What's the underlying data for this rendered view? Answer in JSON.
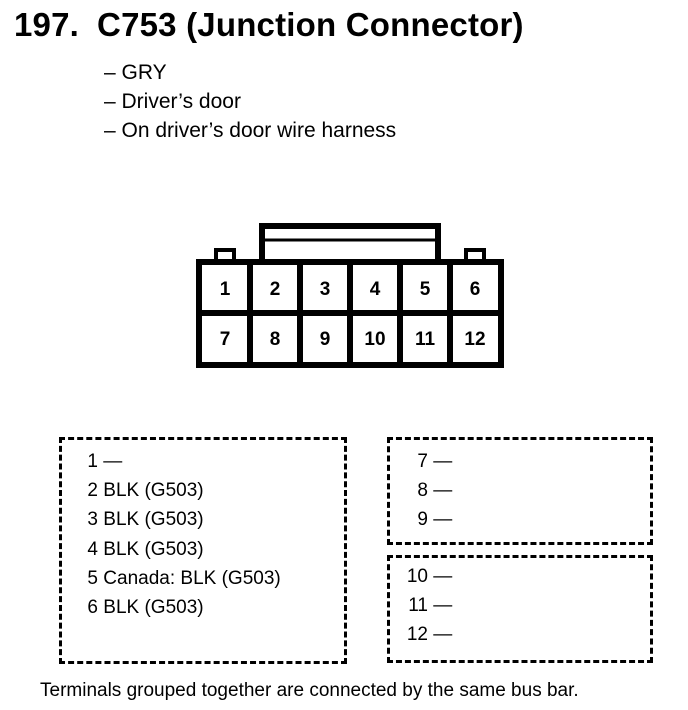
{
  "header": {
    "number": "197.",
    "title": "C753 (Junction Connector)"
  },
  "info": [
    "– GRY",
    "– Driver’s door",
    "– On driver’s door wire harness"
  ],
  "connector": {
    "rows": [
      [
        "1",
        "2",
        "3",
        "4",
        "5",
        "6"
      ],
      [
        "7",
        "8",
        "9",
        "10",
        "11",
        "12"
      ]
    ]
  },
  "groups": {
    "left": [
      {
        "pin": "1",
        "desc": "—"
      },
      {
        "pin": "2",
        "desc": "BLK (G503)"
      },
      {
        "pin": "3",
        "desc": "BLK (G503)"
      },
      {
        "pin": "4",
        "desc": "BLK (G503)"
      },
      {
        "pin": "5",
        "desc": "Canada: BLK (G503)"
      },
      {
        "pin": "6",
        "desc": "BLK (G503)"
      }
    ],
    "right_top": [
      {
        "pin": "7",
        "desc": "—"
      },
      {
        "pin": "8",
        "desc": "—"
      },
      {
        "pin": "9",
        "desc": "—"
      }
    ],
    "right_bottom": [
      {
        "pin": "10",
        "desc": "—"
      },
      {
        "pin": "11",
        "desc": "—"
      },
      {
        "pin": "12",
        "desc": "—"
      }
    ]
  },
  "footer": "Terminals grouped together are connected by the same bus bar."
}
